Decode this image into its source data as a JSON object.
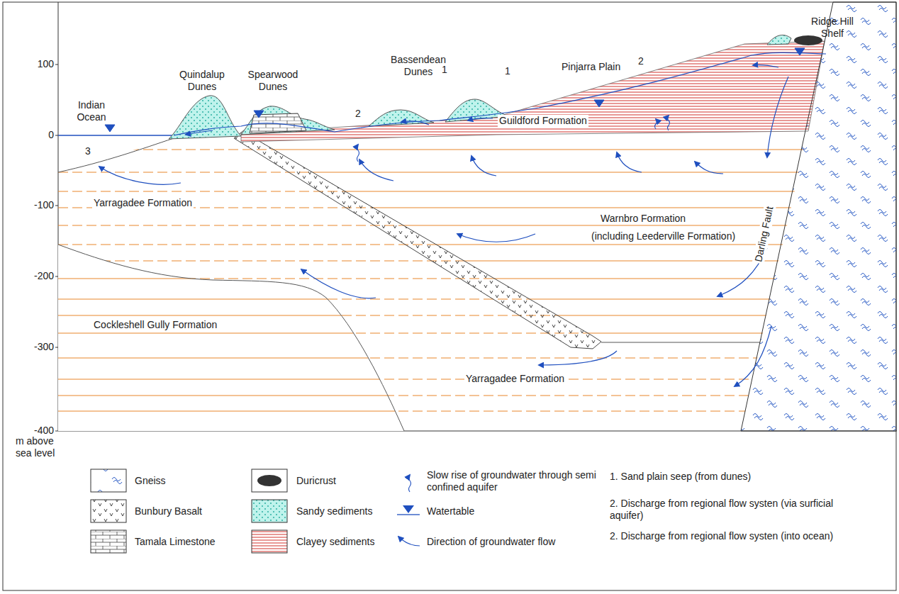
{
  "diagram": {
    "labels": [
      "100",
      "0",
      "-100",
      "-200",
      "-300",
      "-400",
      "m above sea level",
      "Indian Ocean",
      "Quindalup Dunes",
      "Spearwood Dunes",
      "Bassendean Dunes",
      "Pinjarra Plain",
      "Ridge Hill Shelf",
      "3",
      "2",
      "1",
      "1",
      "2",
      "Guildford Formation",
      "Yarragadee Formation",
      "Warnbro Formation",
      "(including Leederville Formation)",
      "Cockleshell Gully Formation",
      "Yarragadee Formation",
      "Darling Fault",
      "1. Sand plain seep (from dunes)",
      "2. Discharge from regional flow systen (via surficial aquifer)",
      "2. Discharge from regional flow systen (into ocean)"
    ],
    "legend": [
      {
        "text": "Gneiss"
      },
      {
        "text": "Duricrust",
        "color": "#333333"
      },
      {
        "text": "Slow rise of groundwater through semi confined aquifer"
      },
      {
        "text": "Bunbury Basalt"
      },
      {
        "text": "Sandy sediments"
      },
      {
        "text": "Watertable"
      },
      {
        "text": "Tamala Limestone"
      },
      {
        "text": "Clayey sediments"
      },
      {
        "text": "Direction of groundwater flow"
      }
    ]
  }
}
